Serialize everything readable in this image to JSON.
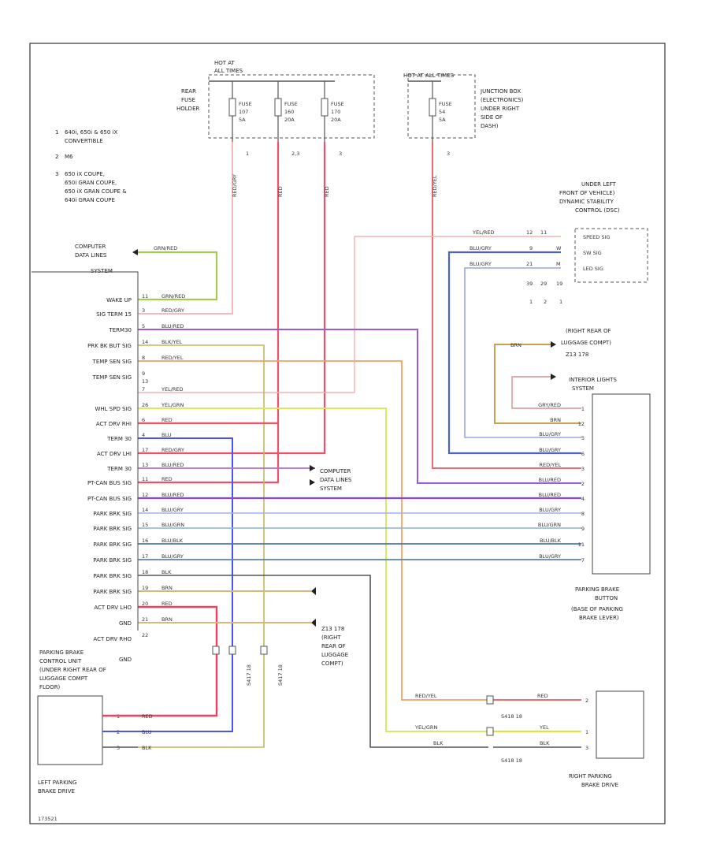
{
  "legend": {
    "n1": "1",
    "t1": "640i, 650i & 650 iX",
    "t1b": "CONVERTIBLE",
    "n2": "2",
    "t2": "M6",
    "n3": "3",
    "t3": "650 iX COUPE,",
    "t3b": "650i GRAN COUPE,",
    "t3c": "650 iX GRAN COUPE &",
    "t3d": "640i GRAN COUPE"
  },
  "fuse_box_left": {
    "hot": "HOT AT",
    "hot2": "ALL TIMES",
    "label1": "REAR",
    "label2": "FUSE",
    "label3": "HOLDER",
    "fuses": [
      {
        "name": "FUSE",
        "num": "107",
        "amp": "5A"
      },
      {
        "name": "FUSE",
        "num": "160",
        "amp": "20A"
      },
      {
        "name": "FUSE",
        "num": "170",
        "amp": "20A"
      }
    ],
    "notes": [
      "1",
      "2,3",
      "3"
    ]
  },
  "fuse_box_right": {
    "hot": "HOT AT ALL TIMES",
    "fuse": {
      "name": "FUSE",
      "num": "54",
      "amp": "5A"
    },
    "label1": "JUNCTION BOX",
    "label2": "(ELECTRONICS)",
    "label3": "UNDER RIGHT",
    "label4": "SIDE OF",
    "label5": "DASH)",
    "note": "3"
  },
  "dsc": {
    "l1": "UNDER LEFT",
    "l2": "FRONT OF VEHICLE)",
    "l3": "DYNAMIC STABILITY",
    "l4": "CONTROL (DSC)",
    "pins": [
      "SPEED SIG",
      "SW SIG",
      "LED SIG"
    ],
    "wires": [
      "YEL/RED",
      "BLU/GRY",
      "BLU/GRY"
    ],
    "nums": [
      "12",
      "9",
      "21"
    ],
    "nums2": [
      "11",
      "W",
      "M"
    ],
    "bottom": [
      "39",
      "29",
      "19"
    ],
    "bottom2": [
      "1",
      "2",
      "1"
    ]
  },
  "computer_top": {
    "l1": "COMPUTER",
    "l2": "DATA LINES",
    "l3": "SYSTEM",
    "wire": "GRN/RED"
  },
  "ground_right_rear": {
    "l1": "(RIGHT REAR OF",
    "l2": "LUGGAGE COMPT)",
    "l3": "Z13 178",
    "wire": "BRN"
  },
  "interior": {
    "l1": "INTERIOR LIGHTS",
    "l2": "SYSTEM"
  },
  "epb_pins": [
    {
      "label": "WAKE UP",
      "pin": "11",
      "wire": "GRN/RED"
    },
    {
      "label": "SIG TERM 15",
      "pin": "3",
      "wire": "RED/GRY"
    },
    {
      "label": "TERM30",
      "pin": "5",
      "wire": "BLU/RED"
    },
    {
      "label": "PRK BK BUT SIG",
      "pin": "14",
      "wire": "BLK/YEL"
    },
    {
      "label": "TEMP SEN SIG",
      "pin": "8",
      "wire": "RED/YEL"
    },
    {
      "label": "TEMP SEN SIG",
      "pin": "9",
      "wire": ""
    },
    {
      "label": "",
      "pin": "13",
      "wire": ""
    },
    {
      "label": "",
      "pin": "7",
      "wire": "YEL/RED"
    },
    {
      "label": "WHL SPD SIG",
      "pin": "26",
      "wire": "YEL/GRN"
    },
    {
      "label": "ACT DRV RHI",
      "pin": "6",
      "wire": "RED"
    },
    {
      "label": "TERM 30",
      "pin": "4",
      "wire": "BLU"
    },
    {
      "label": "ACT DRV LHI",
      "pin": "17",
      "wire": "RED/GRY"
    },
    {
      "label": "TERM 30",
      "pin": "13",
      "wire": "BLU/RED"
    },
    {
      "label": "PT-CAN BUS SIG",
      "pin": "11",
      "wire": "RED"
    },
    {
      "label": "PT-CAN BUS SIG",
      "pin": "12",
      "wire": "BLU/RED"
    },
    {
      "label": "PARK BRK SIG",
      "pin": "14",
      "wire": "BLU/GRY"
    },
    {
      "label": "PARK BRK SIG",
      "pin": "15",
      "wire": "BLU/GRN"
    },
    {
      "label": "PARK BRK SIG",
      "pin": "16",
      "wire": "BLU/BLK"
    },
    {
      "label": "PARK BRK SIG",
      "pin": "17",
      "wire": "BLU/GRY"
    },
    {
      "label": "PARK BRK SIG",
      "pin": "18",
      "wire": "BLK"
    },
    {
      "label": "PARK BRK SIG",
      "pin": "19",
      "wire": "BRN"
    },
    {
      "label": "ACT DRV LHO",
      "pin": "20",
      "wire": "RED"
    },
    {
      "label": "GND",
      "pin": "21",
      "wire": "BRN"
    },
    {
      "label": "ACT DRV RHO",
      "pin": "22",
      "wire": ""
    },
    {
      "label": "GND",
      "pin": "",
      "wire": ""
    }
  ],
  "computer_mid": {
    "l1": "COMPUTER",
    "l2": "DATA LINES",
    "l3": "SYSTEM"
  },
  "pbb": {
    "l1": "PARKING BRAKE",
    "l2": "BUTTON",
    "l3": "(BASE OF PARKING",
    "l4": "BRAKE LEVER)",
    "rows": [
      {
        "wire": "GRY/RED",
        "pin": "1"
      },
      {
        "wire": "BRN",
        "pin": "12"
      },
      {
        "wire": "BLU/GRY",
        "pin": "5"
      },
      {
        "wire": "BLU/GRY",
        "pin": "6"
      },
      {
        "wire": "RED/YEL",
        "pin": "3"
      },
      {
        "wire": "BLU/RED",
        "pin": "2"
      },
      {
        "wire": "BLU/RED",
        "pin": "4"
      },
      {
        "wire": "BLU/GRY",
        "pin": "8"
      },
      {
        "wire": "BLU/GRN",
        "pin": "9"
      },
      {
        "wire": "BLU/BLK",
        "pin": "11"
      },
      {
        "wire": "BLU/GRY",
        "pin": "7"
      }
    ]
  },
  "ground_z13": {
    "l1": "Z13 178",
    "l2": "(RIGHT",
    "l3": "REAR OF",
    "l4": "LUGGAGE",
    "l5": "COMPT)"
  },
  "epb_unit": {
    "l1": "PARKING BRAKE",
    "l2": "CONTROL UNIT",
    "l3": "(UNDER RIGHT REAR OF",
    "l4": "LUGGAGE COMPT",
    "l5": "FLOOR)"
  },
  "left_drive": {
    "l1": "LEFT PARKING",
    "l2": "BRAKE DRIVE",
    "wires": [
      "RED",
      "BLU",
      "BLK"
    ],
    "pins": [
      "1",
      "2",
      "3"
    ]
  },
  "right_drive": {
    "l1": "RIGHT PARKING",
    "l2": "BRAKE DRIVE",
    "wires": [
      "RED",
      "YEL",
      "BLK"
    ],
    "pins": [
      "2",
      "1",
      "3"
    ]
  },
  "splices": {
    "s1": "S417 18",
    "s2": "S417 18",
    "s3": "S418 18",
    "s4": "S418 18"
  },
  "mid_wires": {
    "w1": "RED/YEL",
    "w2": "YEL/GRN",
    "w3": "BLK"
  },
  "fuse_wires": {
    "w1": "RED/GRY",
    "w2": "RED",
    "w3": "RED",
    "w4": "RED/YEL"
  },
  "footer": "173521"
}
